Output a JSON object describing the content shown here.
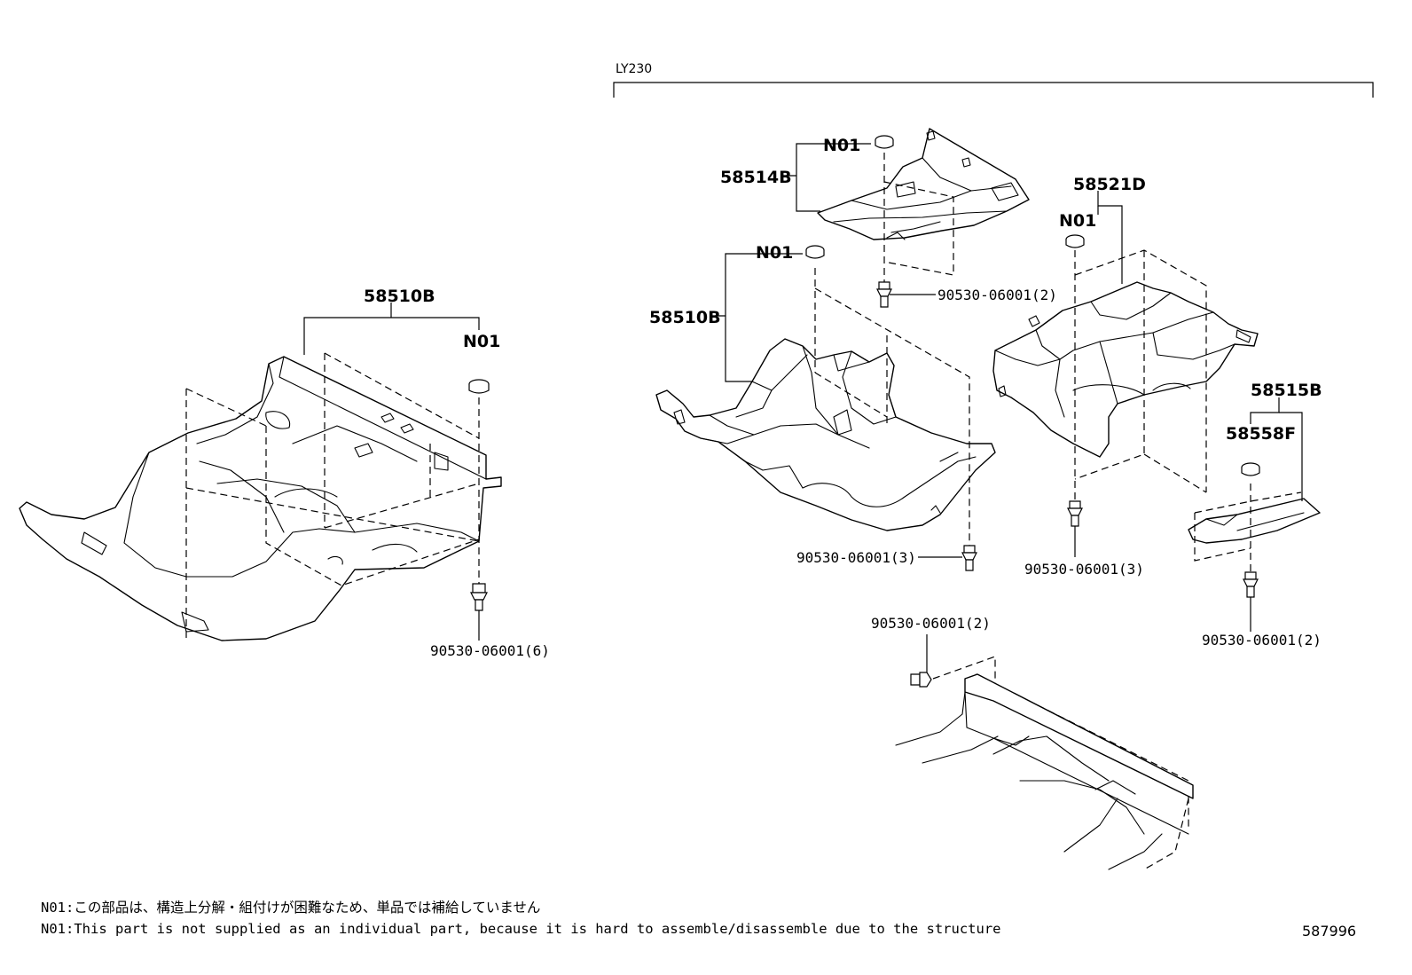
{
  "header": {
    "variant_label": "LY230"
  },
  "labels": {
    "left_part": "58510B",
    "left_n01": "N01",
    "left_bolt": "90530-06001(6)",
    "front_n01": "N01",
    "front_part": "58514B",
    "front_bolt": "90530-06001(2)",
    "main_n01": "N01",
    "main_part": "58510B",
    "main_bolt": "90530-06001(3)",
    "rear_part": "58521D",
    "rear_n01": "N01",
    "rear_bolt": "90530-06001(3)",
    "side_part": "58515B",
    "side_sub": "58558F",
    "side_bolt": "90530-06001(2)",
    "bottom_bolt": "90530-06001(2)"
  },
  "notes": {
    "jp": "N01:この部品は、構造上分解・組付けが困難なため、単品では補給していません",
    "en": "N01:This part is not supplied as an individual part, because it is hard to assemble/disassemble due to the structure"
  },
  "diagram_id": "587996"
}
